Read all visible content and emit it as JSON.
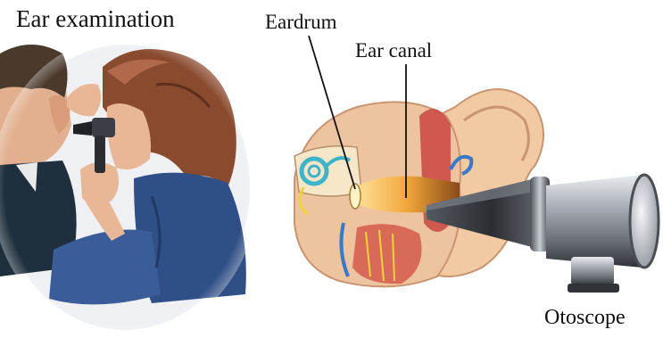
{
  "labels": {
    "title": "Ear examination",
    "eardrum": "Eardrum",
    "ear_canal": "Ear canal",
    "otoscope": "Otoscope"
  },
  "colors": {
    "hair": "#8a4a2e",
    "skin": "#e8b796",
    "shirt": "#2f4f86",
    "patient_shirt": "#1f2f3d",
    "cartilage": "#f1c9a2",
    "canal_glow": "#f2a83c",
    "bone_teal": "#3fb4c8",
    "tissue_red": "#c9473f",
    "otoscope_steel": "#a9aeb6",
    "otoscope_dark": "#3b3f45"
  }
}
